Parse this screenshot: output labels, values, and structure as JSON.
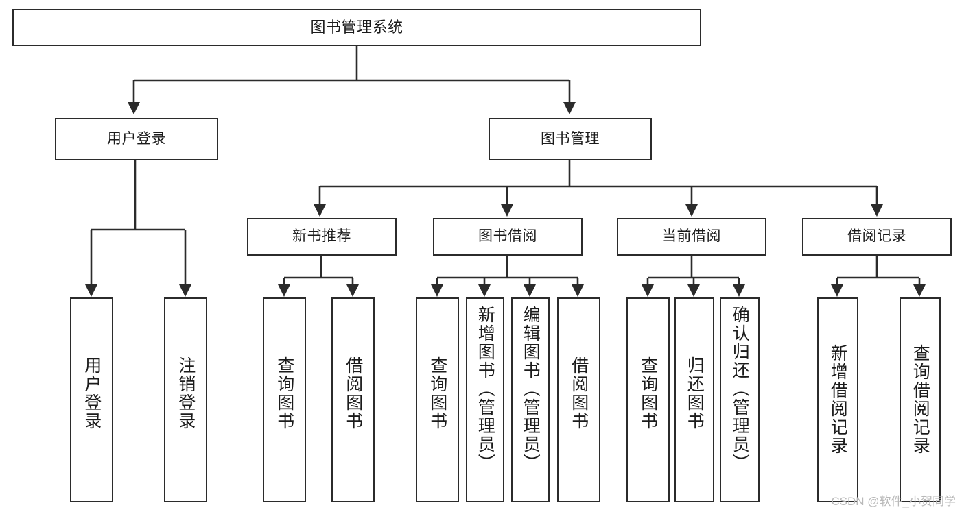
{
  "diagram": {
    "title": "图书管理系统",
    "type": "tree",
    "watermark": "CSDN @软件_小贺同学",
    "colors": {
      "box_border": "#2b2b2b",
      "box_fill": "#ffffff",
      "edge": "#2b2b2b",
      "text": "#1b1b1b",
      "watermark": "#b9b9b9",
      "background": "#ffffff"
    },
    "levels": {
      "root": [
        "图书管理系统"
      ],
      "level2": [
        "用户登录",
        "图书管理"
      ],
      "level3": [
        "新书推荐",
        "图书借阅",
        "当前借阅",
        "借阅记录"
      ],
      "leaves": [
        "用户登录",
        "注销登录",
        "查询图书",
        "借阅图书",
        "查询图书",
        "新增图书（管理员）",
        "编辑图书（管理员）",
        "借阅图书",
        "查询图书",
        "归还图书",
        "确认归还（管理员）",
        "新增借阅记录",
        "查询借阅记录"
      ]
    },
    "nodes": {
      "root": {
        "label": "图书管理系统"
      },
      "user_login": {
        "label": "用户登录"
      },
      "book_manage": {
        "label": "图书管理"
      },
      "new_book_rec": {
        "label": "新书推荐"
      },
      "book_borrow": {
        "label": "图书借阅"
      },
      "current_borrow": {
        "label": "当前借阅"
      },
      "borrow_record": {
        "label": "借阅记录"
      },
      "leaf_user_login": {
        "label": "用户登录"
      },
      "leaf_user_logout": {
        "label": "注销登录"
      },
      "leaf_rec_query": {
        "label": "查询图书"
      },
      "leaf_rec_borrow": {
        "label": "借阅图书"
      },
      "leaf_borrow_query": {
        "label": "查询图书"
      },
      "leaf_borrow_add": {
        "label": "新增图书（管理员）"
      },
      "leaf_borrow_edit": {
        "label": "编辑图书（管理员）"
      },
      "leaf_borrow_do": {
        "label": "借阅图书"
      },
      "leaf_cur_query": {
        "label": "查询图书"
      },
      "leaf_cur_return": {
        "label": "归还图书"
      },
      "leaf_cur_confirm": {
        "label": "确认归还（管理员）"
      },
      "leaf_rec_add": {
        "label": "新增借阅记录"
      },
      "leaf_rec_query2": {
        "label": "查询借阅记录"
      }
    },
    "edges": [
      {
        "from": "root",
        "to": "user_login"
      },
      {
        "from": "root",
        "to": "book_manage"
      },
      {
        "from": "user_login",
        "to": "leaf_user_login"
      },
      {
        "from": "user_login",
        "to": "leaf_user_logout"
      },
      {
        "from": "book_manage",
        "to": "new_book_rec"
      },
      {
        "from": "book_manage",
        "to": "book_borrow"
      },
      {
        "from": "book_manage",
        "to": "current_borrow"
      },
      {
        "from": "book_manage",
        "to": "borrow_record"
      },
      {
        "from": "new_book_rec",
        "to": "leaf_rec_query"
      },
      {
        "from": "new_book_rec",
        "to": "leaf_rec_borrow"
      },
      {
        "from": "book_borrow",
        "to": "leaf_borrow_query"
      },
      {
        "from": "book_borrow",
        "to": "leaf_borrow_add"
      },
      {
        "from": "book_borrow",
        "to": "leaf_borrow_edit"
      },
      {
        "from": "book_borrow",
        "to": "leaf_borrow_do"
      },
      {
        "from": "current_borrow",
        "to": "leaf_cur_query"
      },
      {
        "from": "current_borrow",
        "to": "leaf_cur_return"
      },
      {
        "from": "current_borrow",
        "to": "leaf_cur_confirm"
      },
      {
        "from": "borrow_record",
        "to": "leaf_rec_add"
      },
      {
        "from": "borrow_record",
        "to": "leaf_rec_query2"
      }
    ]
  }
}
